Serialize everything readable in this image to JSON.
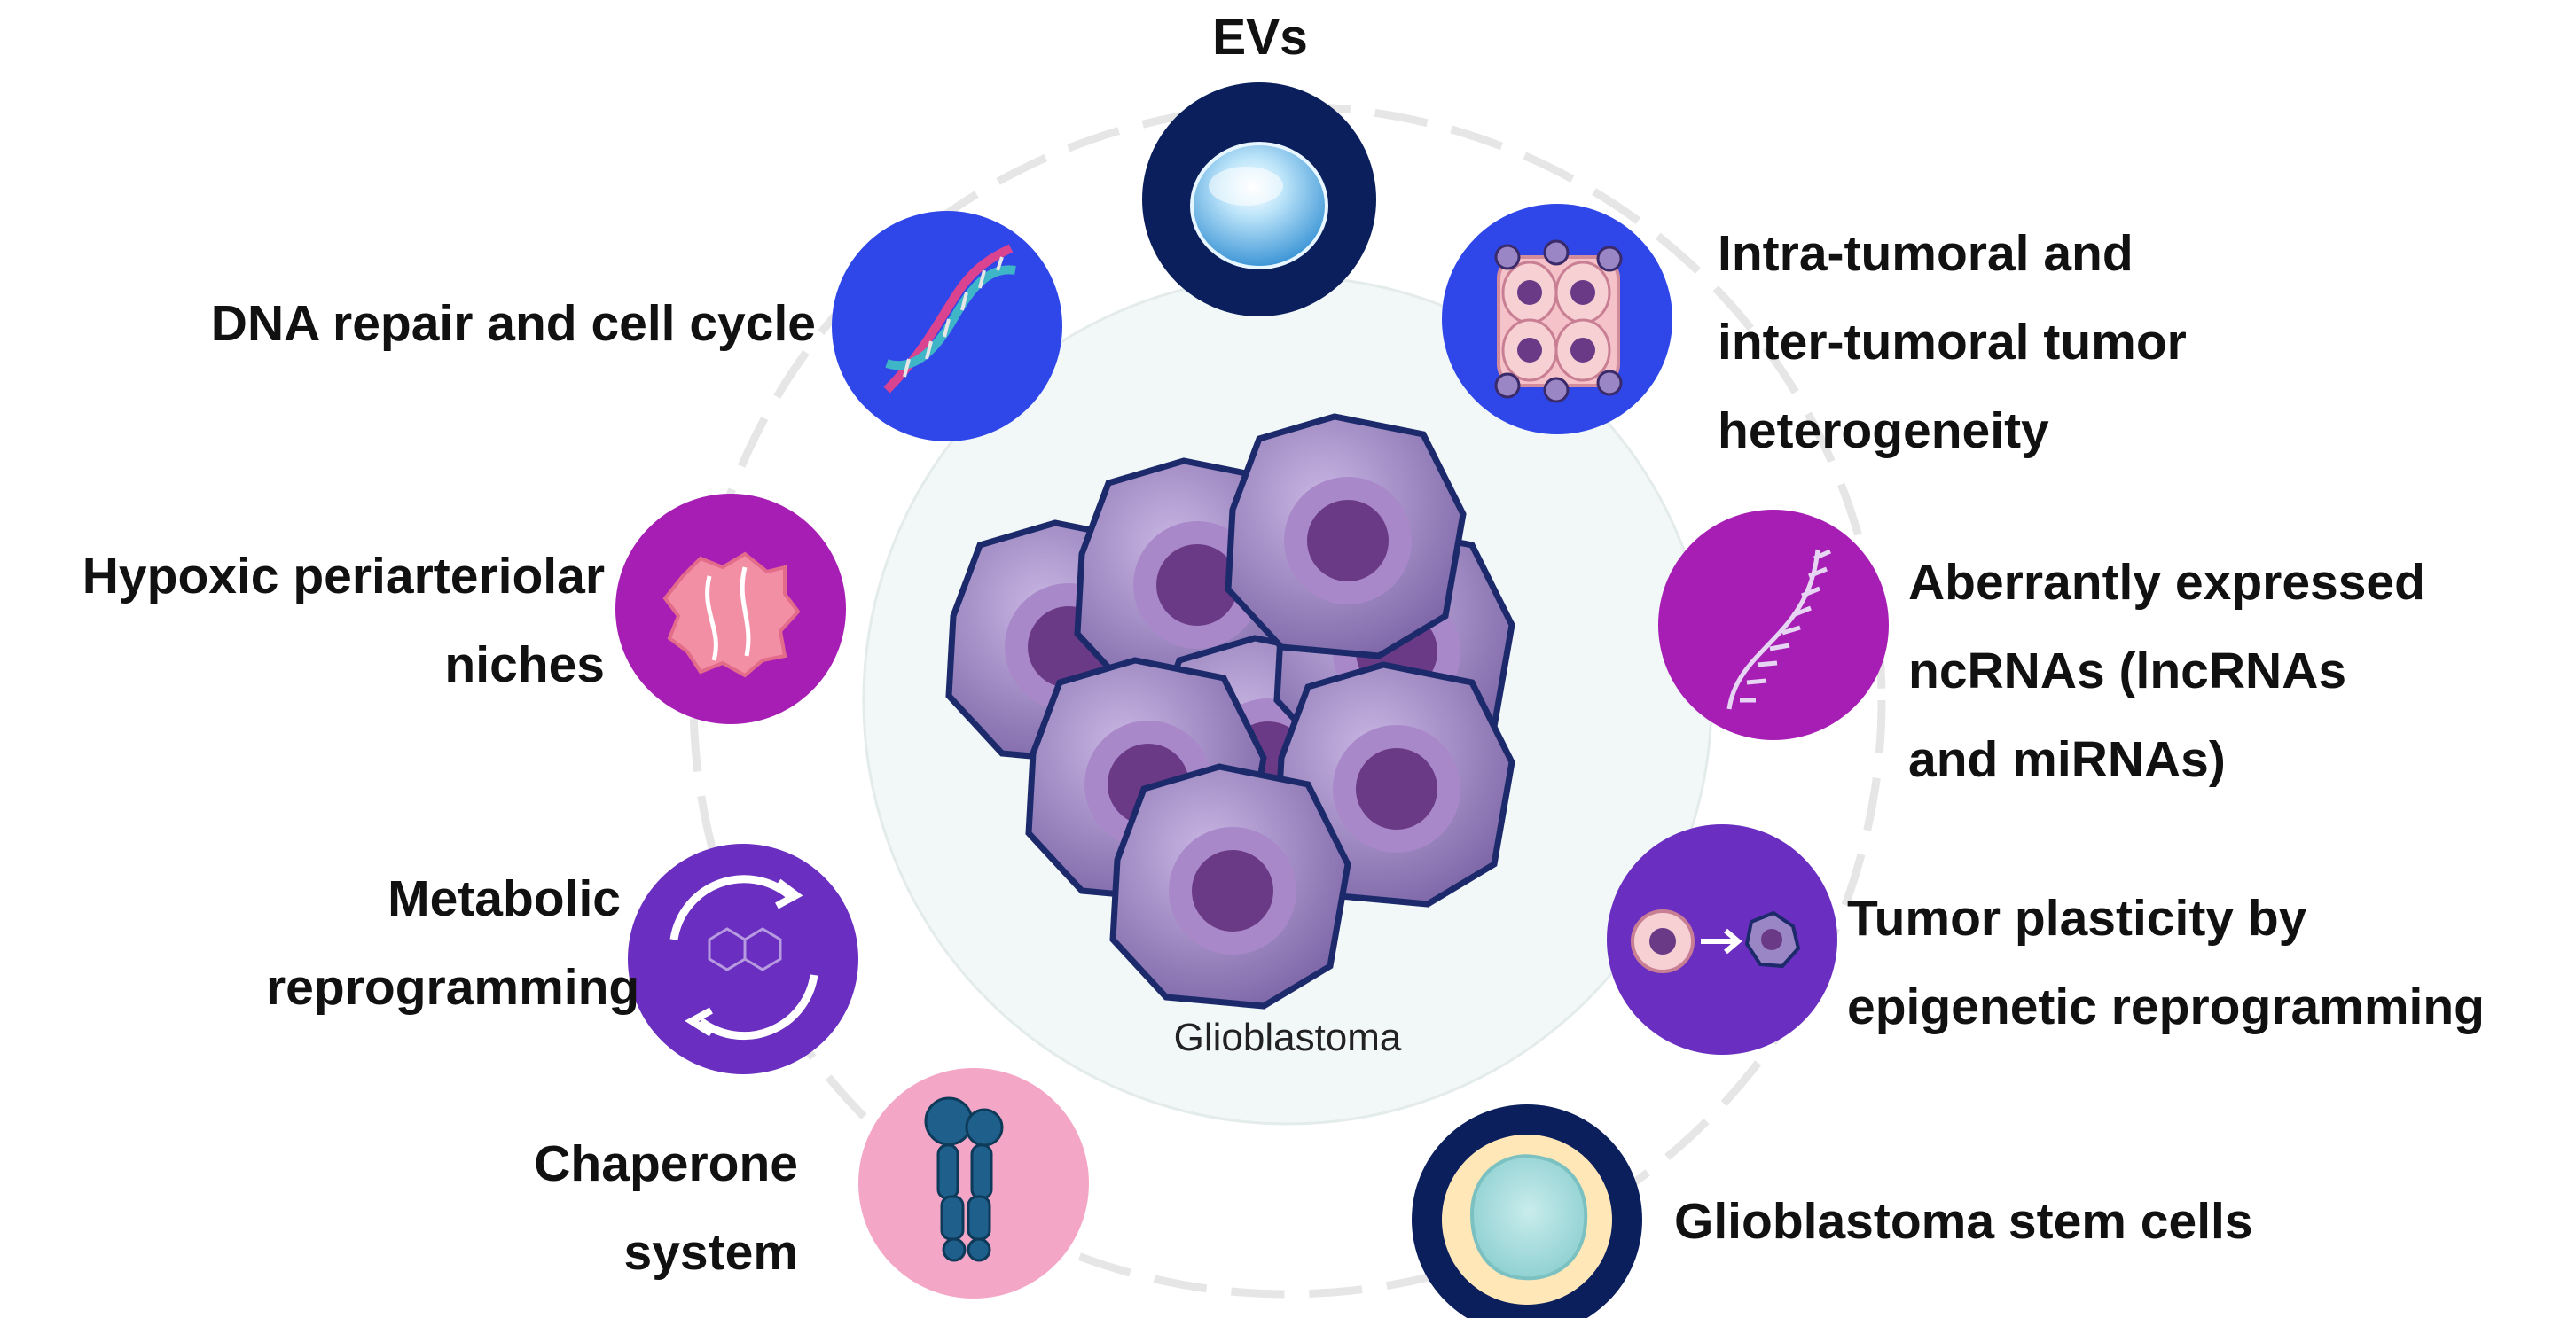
{
  "center": {
    "label": "Glioblastoma"
  },
  "colors": {
    "ev_ring": "#0b1f5c",
    "ev_disc": "#8fcfef",
    "dna_bg": "#2f47e8",
    "heterogeneity_bg": "#2f47e8",
    "hypoxic_bg": "#a71eb5",
    "ncrna_bg": "#a71eb5",
    "metabolic_bg": "#6a2ec0",
    "plasticity_bg": "#6a2ec0",
    "chaperone_bg": "#f4a6c6",
    "stem_ring": "#0b1f5c",
    "stem_inner": "#ffe7b8",
    "cell_body": "#8e78b5",
    "cell_nucleus": "#6b3a86",
    "cell_outline": "#1c2a6b",
    "connector": "#e6e6e6"
  },
  "nodes": [
    {
      "id": "evs",
      "icon": "vesicle-icon",
      "lines": [
        "EVs"
      ]
    },
    {
      "id": "heterogeneity",
      "icon": "tumor-cells-icon",
      "lines": [
        "Intra-tumoral and",
        "inter-tumoral tumor",
        "heterogeneity"
      ]
    },
    {
      "id": "ncrnas",
      "icon": "rna-strand-icon",
      "lines": [
        "Aberrantly expressed",
        "ncRNAs (lncRNAs",
        "and miRNAs)"
      ]
    },
    {
      "id": "plasticity",
      "icon": "cell-transition-icon",
      "lines": [
        "Tumor plasticity by",
        "epigenetic reprogramming"
      ]
    },
    {
      "id": "stem-cells",
      "icon": "stem-cell-icon",
      "lines": [
        "Glioblastoma stem cells"
      ]
    },
    {
      "id": "chaperone",
      "icon": "chaperone-protein-icon",
      "lines": [
        "Chaperone",
        "system"
      ]
    },
    {
      "id": "metabolic",
      "icon": "metabolic-cycle-icon",
      "lines": [
        "Metabolic",
        "reprogramming"
      ]
    },
    {
      "id": "hypoxic",
      "icon": "hypoxic-tissue-icon",
      "lines": [
        "Hypoxic periarteriolar",
        "niches"
      ]
    },
    {
      "id": "dna",
      "icon": "dna-helix-icon",
      "lines": [
        "DNA repair and cell cycle"
      ]
    }
  ]
}
